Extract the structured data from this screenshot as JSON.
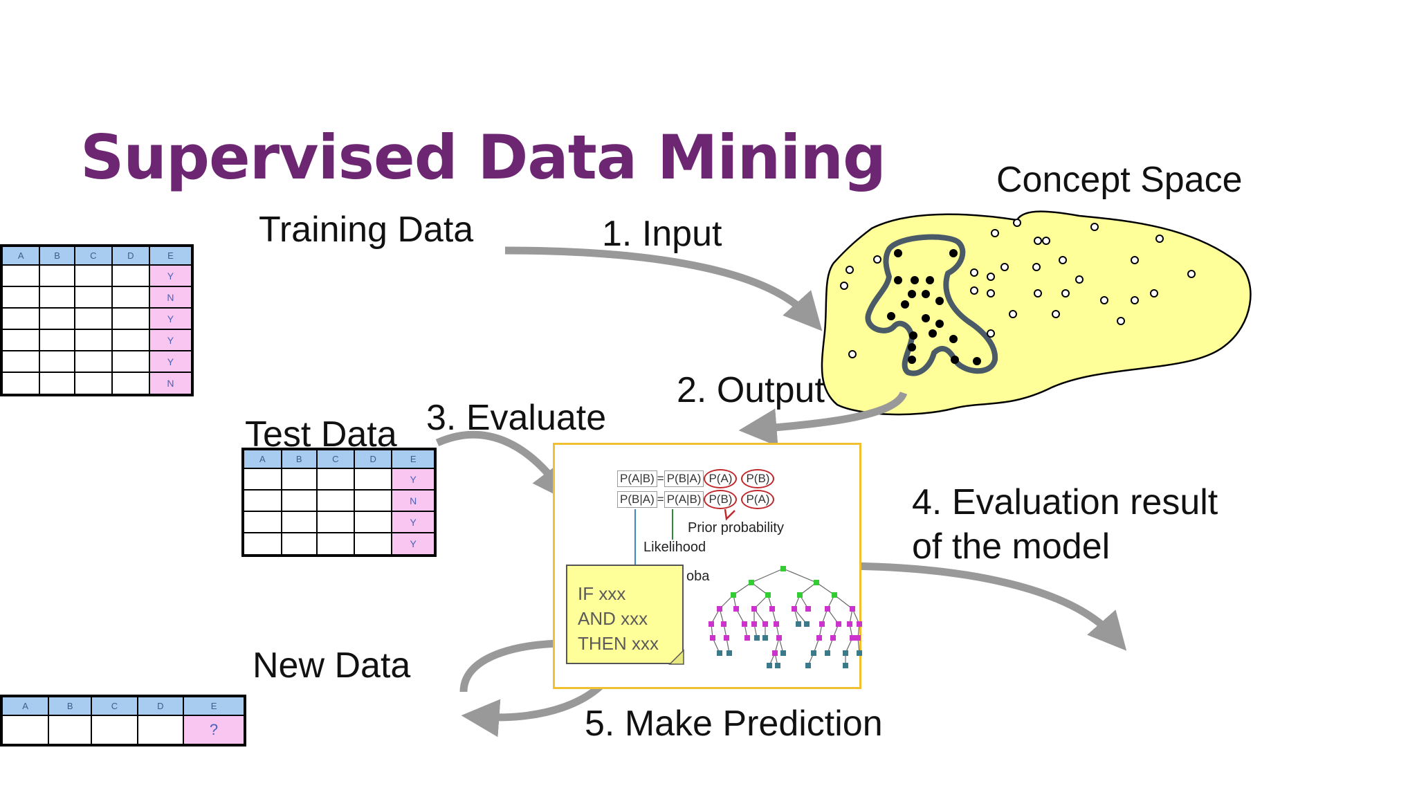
{
  "title": "Supervised Data Mining",
  "labels": {
    "concept_space": "Concept Space",
    "training_data": "Training Data",
    "input": "1. Input",
    "output": "2. Output",
    "evaluate": "3. Evaluate",
    "test_data": "Test Data",
    "eval_result_line1": "4. Evaluation result",
    "eval_result_line2": "of the model",
    "new_data": "New Data",
    "make_prediction": "5. Make Prediction"
  },
  "table_headers": [
    "A",
    "B",
    "C",
    "D",
    "E"
  ],
  "training_labels": [
    "Y",
    "N",
    "Y",
    "Y",
    "Y",
    "N"
  ],
  "test_labels": [
    "Y",
    "N",
    "Y",
    "Y"
  ],
  "new_label": "?",
  "model": {
    "formula1": [
      "P(A|B)",
      "=",
      "P(B|A)",
      "P(A)",
      "P(B)"
    ],
    "formula2": [
      "P(B|A)",
      "=",
      "P(A|B)",
      "P(B)",
      "P(A)"
    ],
    "prior_probability": "Prior probability",
    "likelihood": "Likelihood",
    "partial_text": "oba",
    "rule_text": "IF xxx\nAND xxx\nTHEN xxx"
  },
  "colors": {
    "title": "#6d2672",
    "concept_fill": "#ffff99",
    "concept_outline": "#4a5a66",
    "arrow": "#999999",
    "header": "#a8ccf0",
    "label_cell": "#f8c6f0",
    "model_border": "#f0c030"
  }
}
